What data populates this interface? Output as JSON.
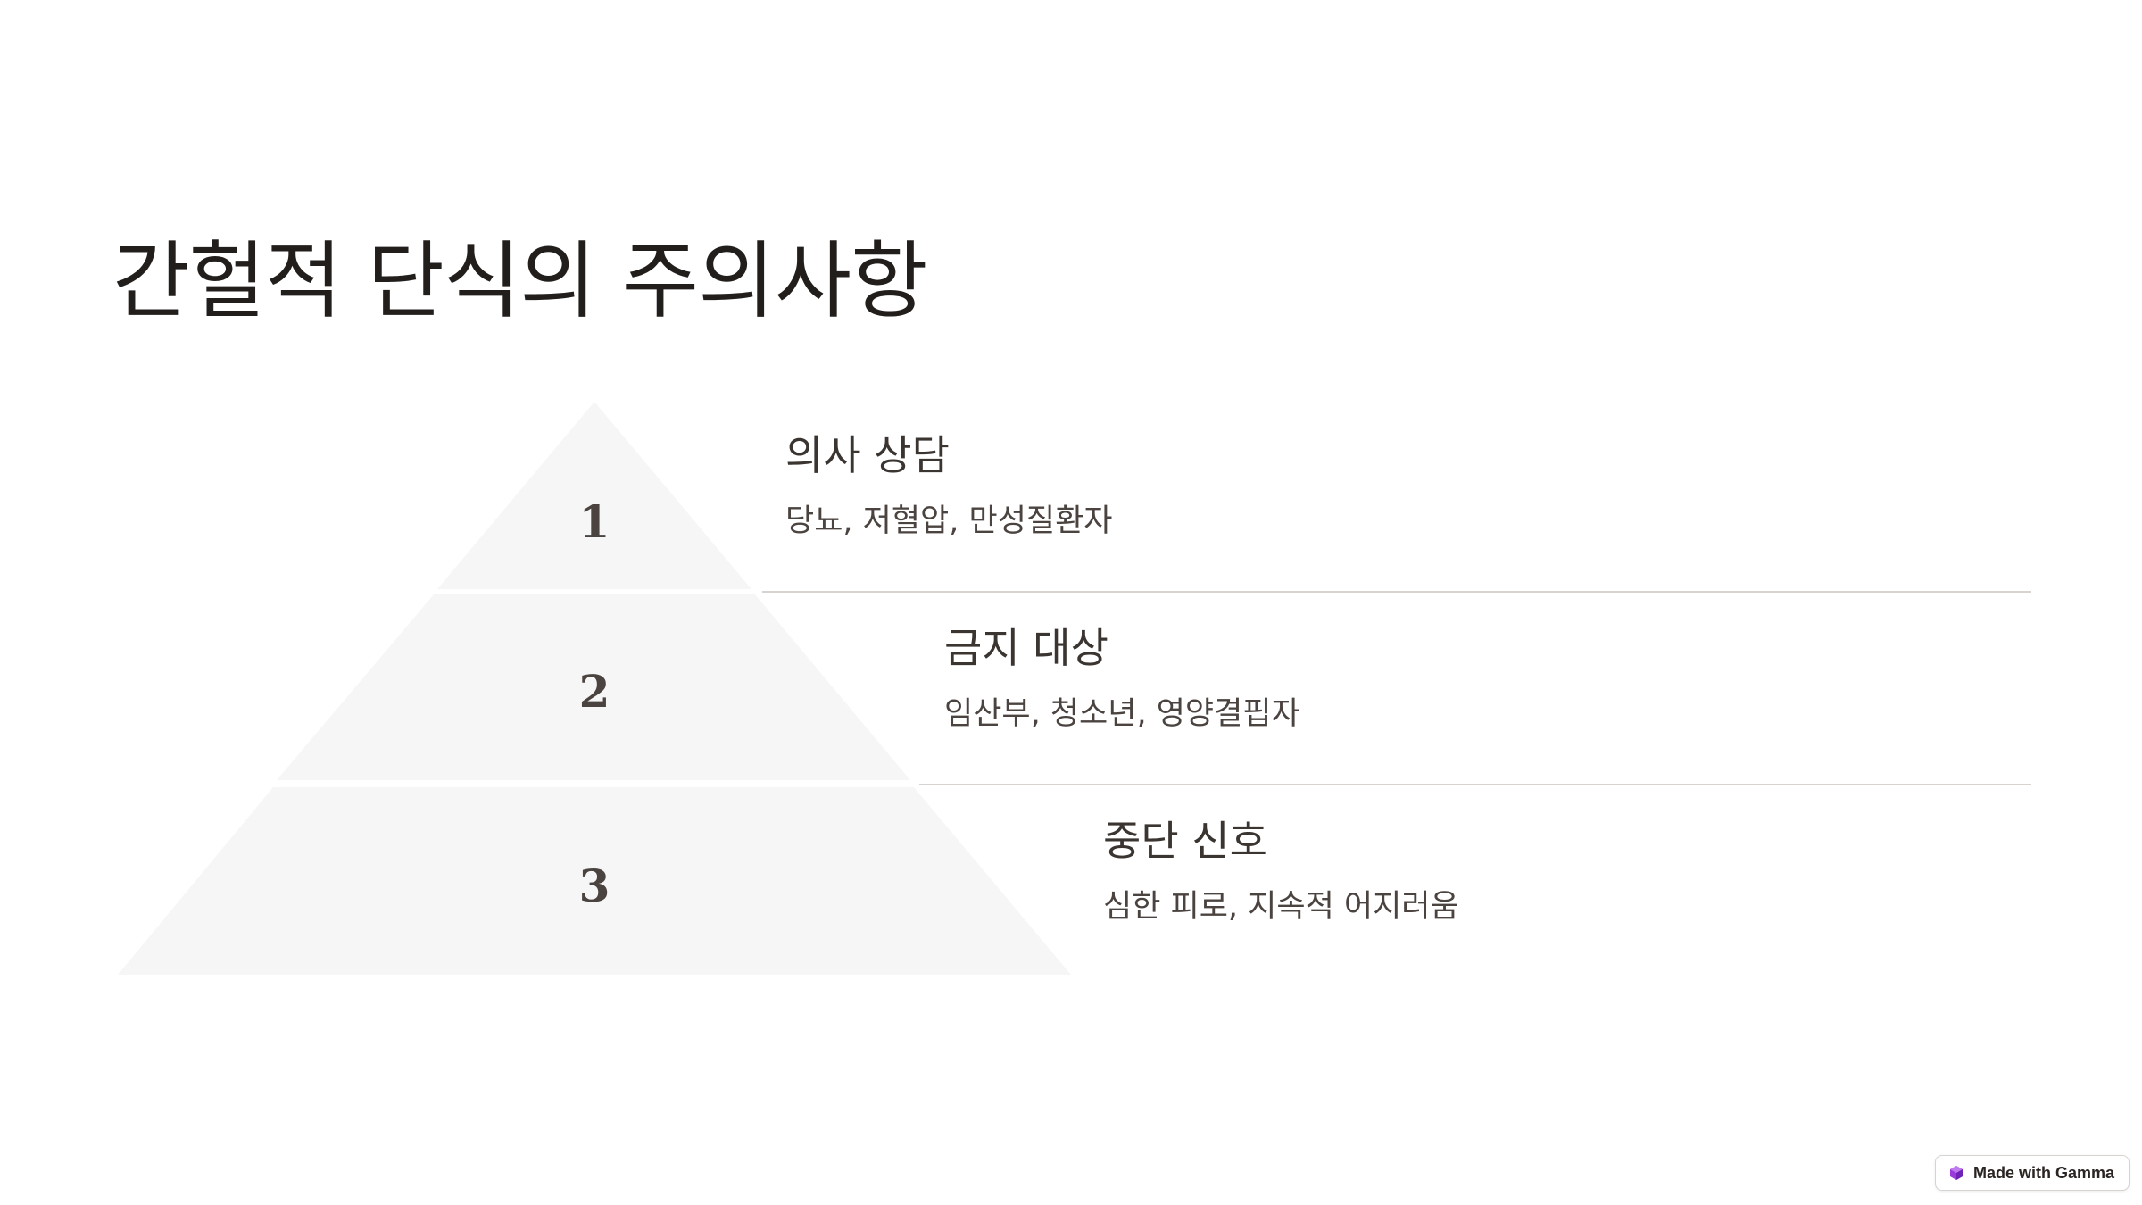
{
  "slide": {
    "title": "간헐적 단식의 주의사항",
    "tiers": [
      {
        "number": "1",
        "heading": "의사 상담",
        "description": "당뇨, 저혈압, 만성질환자"
      },
      {
        "number": "2",
        "heading": "금지 대상",
        "description": "임산부, 청소년, 영양결핍자"
      },
      {
        "number": "3",
        "heading": "중단 신호",
        "description": "심한 피로, 지속적 어지러움"
      }
    ]
  },
  "badge": {
    "label": "Made with Gamma",
    "icon": "gamma-logo-icon"
  },
  "colors": {
    "tier_fill": "#f7f6f6",
    "divider": "#d7d3d1",
    "badge_icon": "#9b3bd9"
  }
}
